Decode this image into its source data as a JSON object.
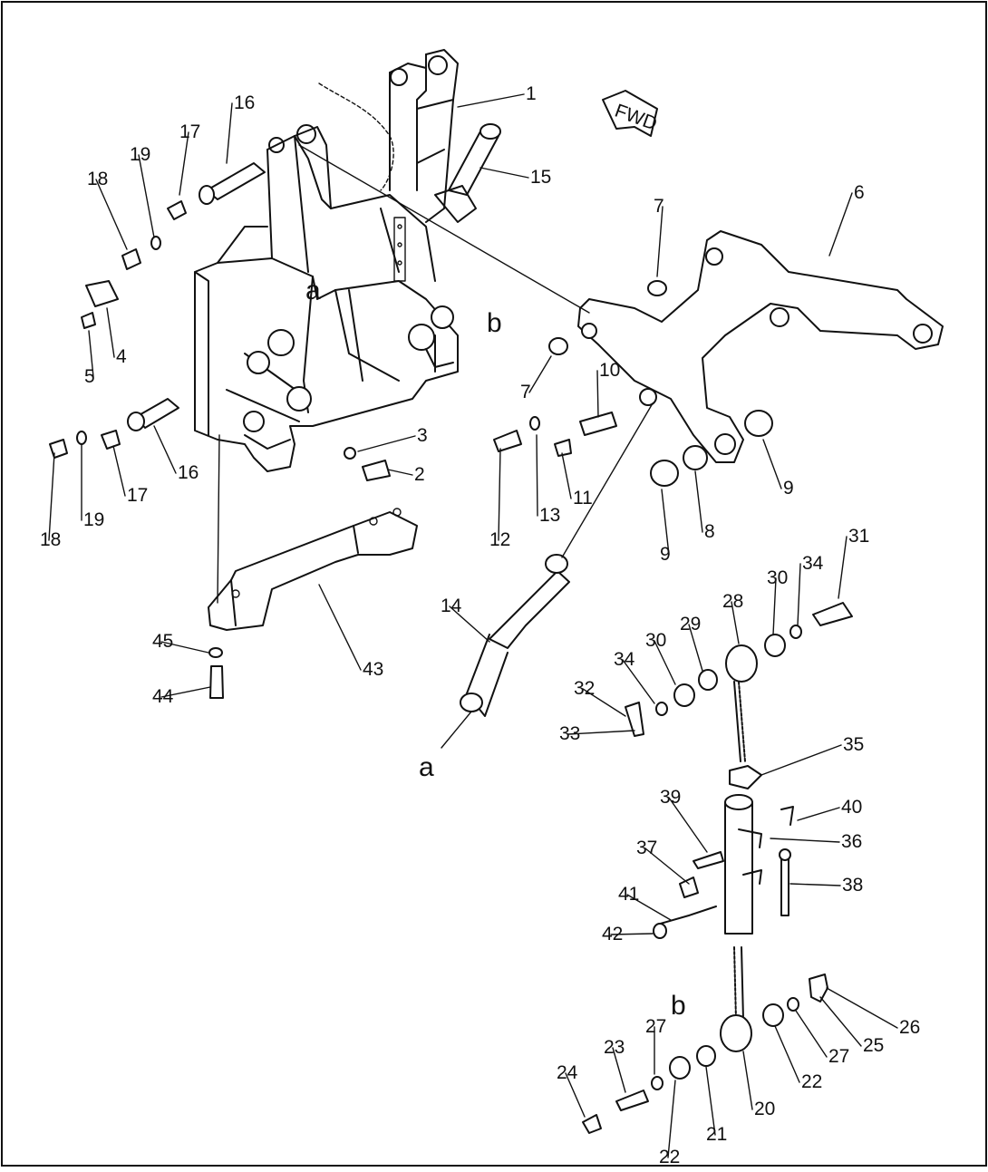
{
  "fwd_label": "FWD",
  "letters": [
    "a",
    "b",
    "a",
    "b"
  ],
  "callouts": [
    "1",
    "15",
    "16",
    "17",
    "18",
    "19",
    "4",
    "5",
    "3",
    "2",
    "16",
    "17",
    "18",
    "19",
    "6",
    "7",
    "7",
    "10",
    "12",
    "13",
    "11",
    "9",
    "8",
    "9",
    "14",
    "43",
    "45",
    "44",
    "31",
    "34",
    "30",
    "28",
    "29",
    "30",
    "34",
    "32",
    "33",
    "35",
    "39",
    "40",
    "36",
    "37",
    "38",
    "41",
    "42",
    "26",
    "25",
    "27",
    "22",
    "20",
    "23",
    "27",
    "24",
    "21",
    "22"
  ]
}
